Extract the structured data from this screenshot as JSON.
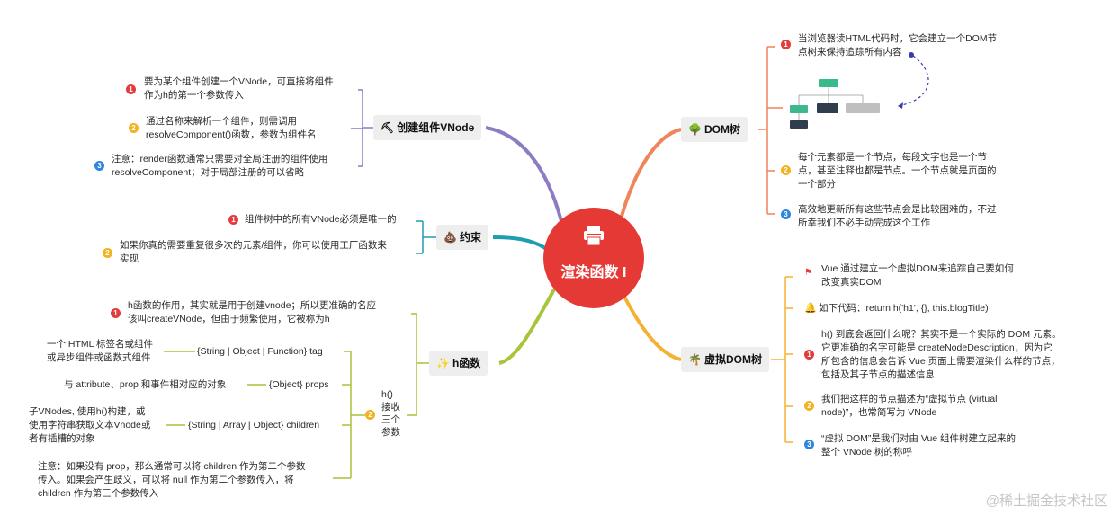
{
  "center": {
    "title": "渲染函数 I",
    "icon": "printer-icon"
  },
  "branches": {
    "create": {
      "title": "创建组件VNode",
      "icon": "pickaxe-icon",
      "items": [
        {
          "num": "1",
          "lines": [
            "要为某个组件创建一个VNode，可直接将组件",
            "作为h的第一个参数传入"
          ]
        },
        {
          "num": "2",
          "lines": [
            "通过名称来解析一个组件，则需调用",
            "resolveComponent()函数，参数为组件名"
          ]
        },
        {
          "num": "3",
          "lines": [
            "注意：render函数通常只需要对全局注册的组件使用",
            "resolveComponent；对于局部注册的可以省略"
          ]
        }
      ]
    },
    "constraint": {
      "title": "约束",
      "icon": "poop-icon",
      "items": [
        {
          "num": "1",
          "lines": [
            "组件树中的所有VNode必须是唯一的"
          ]
        },
        {
          "num": "2",
          "lines": [
            "如果你真的需要重复很多次的元素/组件，你可以使用工厂函数来",
            "实现"
          ]
        }
      ]
    },
    "hfunc": {
      "title": "h函数",
      "icon": "sparkles-icon",
      "item1": {
        "num": "1",
        "lines": [
          "h函数的作用，其实就是用于创建vnode；所以更准确的名应",
          "该叫createVNode，但由于频繁使用，它被称为h"
        ]
      },
      "item2": {
        "num": "2",
        "lines": [
          "h()",
          "接收",
          "三个",
          "参数"
        ],
        "params": [
          {
            "label": "{String | Object | Function} tag",
            "desc": [
              "一个 HTML 标签名或组件",
              "或异步组件或函数式组件"
            ]
          },
          {
            "label": "{Object} props",
            "desc": [
              "与 attribute、prop 和事件相对应的对象"
            ]
          },
          {
            "label": "{String | Array | Object} children",
            "desc": [
              "子VNodes, 使用h()构建，或",
              "使用字符串获取文本Vnode或",
              "者有插槽的对象"
            ]
          }
        ],
        "note": [
          "注意：如果没有 prop，那么通常可以将 children 作为第二个参数",
          "传入。如果会产生歧义，可以将 null 作为第二个参数传入，将",
          "children 作为第三个参数传入"
        ]
      }
    },
    "dom": {
      "title": "DOM树",
      "icon": "tree-icon",
      "items": [
        {
          "num": "1",
          "lines": [
            "当浏览器读HTML代码时，它会建立一个DOM节",
            "点树来保持追踪所有内容"
          ]
        },
        {
          "num": "2",
          "lines": [
            "每个元素都是一个节点，每段文字也是一个节",
            "点，甚至注释也都是节点。一个节点就是页面的",
            "一个部分"
          ]
        },
        {
          "num": "3",
          "lines": [
            "高效地更新所有这些节点会是比较困难的，不过",
            "所幸我们不必手动完成这个工作"
          ]
        }
      ]
    },
    "vdom": {
      "title": "虚拟DOM树",
      "icon": "palm-tree-icon",
      "items": [
        {
          "mark": "flag-icon",
          "lines": [
            "Vue 通过建立一个虚拟DOM来追踪自己要如何",
            "改变真实DOM"
          ]
        },
        {
          "mark": "bell-icon",
          "lines": [
            "如下代码：return h('h1', {}, this.blogTitle)"
          ]
        },
        {
          "num": "1",
          "lines": [
            "h() 到底会返回什么呢？其实不是一个实际的 DOM 元素。",
            "它更准确的名字可能是 createNodeDescription，因为它",
            "所包含的信息会告诉 Vue 页面上需要渲染什么样的节点，",
            "包括及其子节点的描述信息"
          ]
        },
        {
          "num": "2",
          "lines": [
            "我们把这样的节点描述为“虚拟节点 (virtual",
            "node)”，也常简写为 VNode"
          ]
        },
        {
          "num": "3",
          "lines": [
            "“虚拟 DOM”是我们对由 Vue 组件树建立起来的",
            "整个 VNode 树的称呼"
          ]
        }
      ]
    }
  },
  "watermark": "@稀土掘金技术社区",
  "colors": {
    "center": "#e53935",
    "create": "#8e7cc3",
    "constraint": "#1e9eb0",
    "hfunc": "#a8c43a",
    "dom": "#f0845a",
    "vdom": "#f5b133"
  }
}
